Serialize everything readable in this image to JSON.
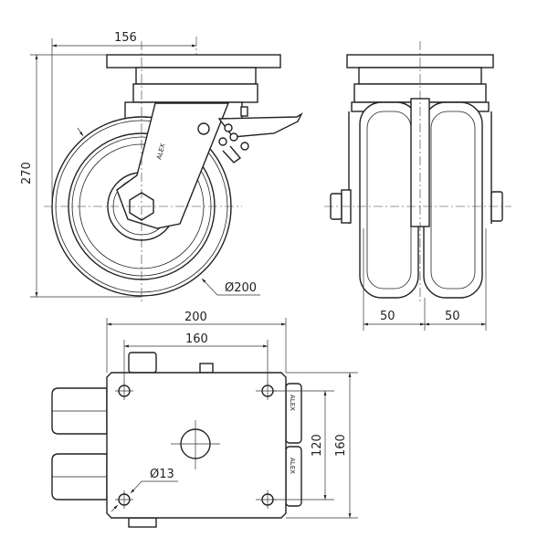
{
  "dimensions": {
    "side_width": "156",
    "side_height": "270",
    "wheel_diameter": "Ø200",
    "front_wheel_left": "50",
    "front_wheel_right": "50",
    "plate_length": "200",
    "hole_spacing_length": "160",
    "hole_spacing_width": "120",
    "plate_width": "160",
    "hole_diameter": "Ø13"
  },
  "logo_text": "ALEX"
}
